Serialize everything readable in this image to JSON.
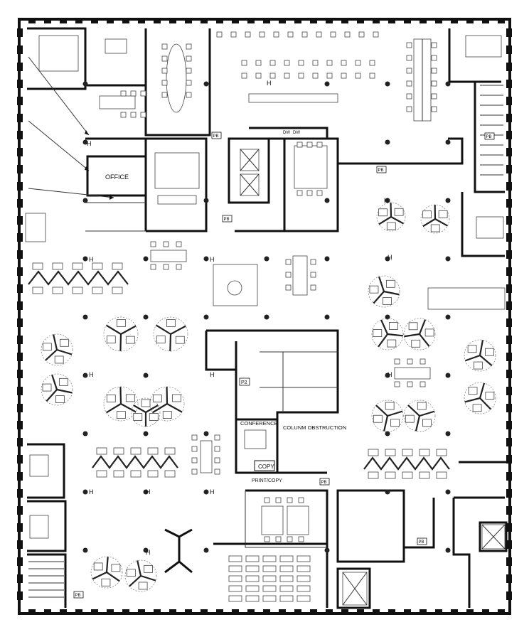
{
  "labels": {
    "office": "OFFICE",
    "conference": "CONFERENCE",
    "column_obstruction": "COLUNM OBSTRUCTION",
    "copy": "COPY",
    "print_copy": "PRINT/COPY",
    "dw": "DW",
    "p2": "P2",
    "pb": "PB",
    "h": "H"
  },
  "colors": {
    "wall": "#111111",
    "furniture": "#444444",
    "background": "#ffffff"
  }
}
